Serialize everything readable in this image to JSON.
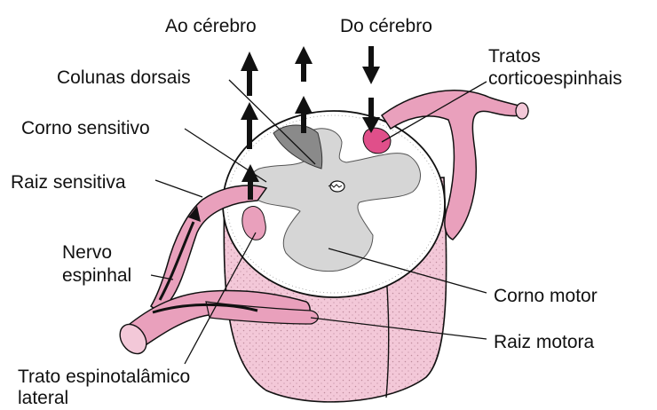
{
  "labels": {
    "to_brain": "Ao cérebro",
    "from_brain": "Do cérebro",
    "dorsal_columns": "Colunas dorsais",
    "sensory_horn": "Corno sensitivo",
    "sensory_root": "Raiz sensitiva",
    "spinal_nerve_line1": "Nervo",
    "spinal_nerve_line2": "espinhal",
    "corticospinal_line1": "Tratos",
    "corticospinal_line2": "corticoespinhais",
    "motor_horn": "Corno motor",
    "motor_root": "Raiz motora",
    "spinothalamic_line1": "Trato espinotalâmico",
    "spinothalamic_line2": "lateral"
  },
  "colors": {
    "pink": "#e9a0bc",
    "pink_light": "#f3c8d8",
    "magenta": "#e04f8a",
    "gray_matter": "#d6d6d6",
    "outline": "#111111"
  }
}
